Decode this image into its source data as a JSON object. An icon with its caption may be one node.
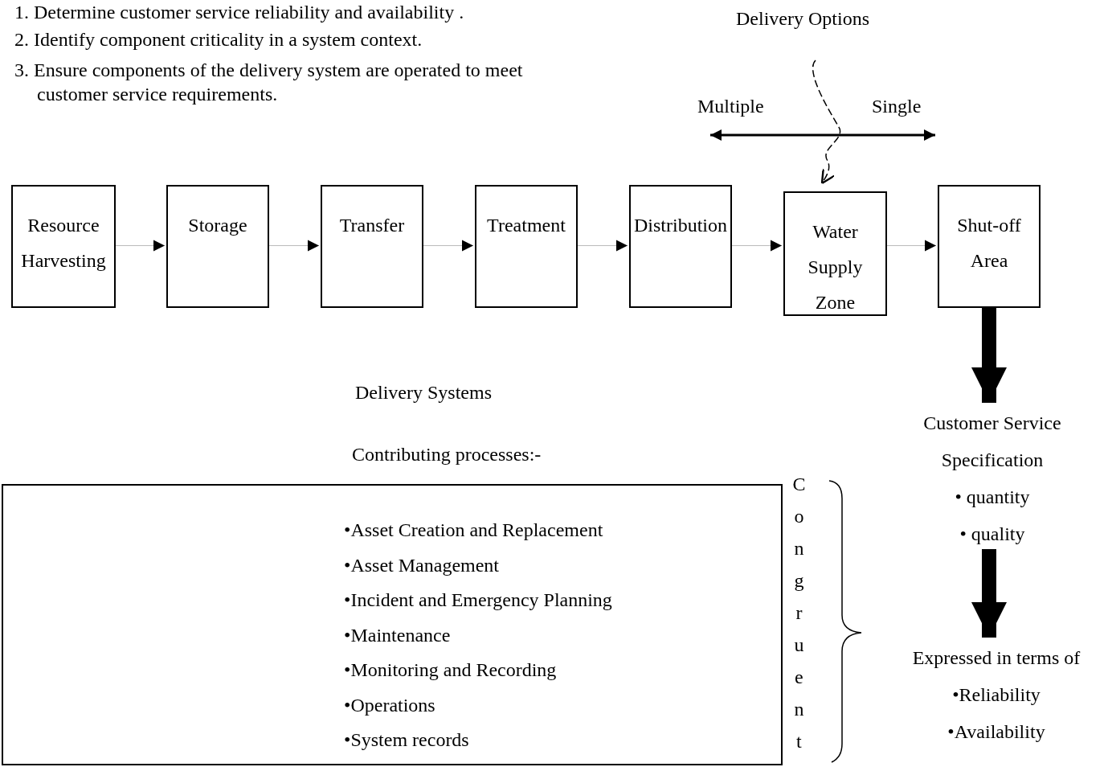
{
  "diagram": {
    "nodes": [
      {
        "text": [
          "Resource Harvesting"
        ]
      },
      {
        "text": [
          "Storage"
        ]
      },
      {
        "text": [
          "Transfer"
        ]
      },
      {
        "text": [
          "Treatment"
        ]
      },
      {
        "text": [
          "Distribution"
        ]
      },
      {
        "text": [
          "Water Supply Zone"
        ]
      },
      {
        "text": [
          "Shut-off Area"
        ]
      },
      {
        "text": [
          "Customer Service Specification",
          "• quantity",
          "• quality"
        ]
      },
      {
        "text": [
          "Expressed in terms of",
          "•Reliability",
          "•Availability"
        ]
      },
      {
        "text": [
          "•Asset Creation and Replacement",
          "•Asset Management",
          "•Incident and Emergency Planning",
          "•Maintenance",
          "•Monitoring and Recording",
          "•Operations",
          "•System records"
        ],
        "beside": [
          "Contributing processes:-"
        ]
      }
    ],
    "edges": [
      {
        "from": 0,
        "to": 1,
        "arrow": "to"
      },
      {
        "from": 1,
        "to": 2,
        "arrow": "to"
      },
      {
        "from": 2,
        "to": 3,
        "arrow": "to"
      },
      {
        "from": 3,
        "to": 4,
        "arrow": "to"
      },
      {
        "from": 4,
        "to": 5,
        "arrow": "to"
      },
      {
        "from": 5,
        "to": 6,
        "arrow": "to"
      },
      {
        "from": 6,
        "to": 7,
        "arrow": "to",
        "style": "thick",
        "color": "#000000"
      },
      {
        "from": 7,
        "to": 8,
        "arrow": "to",
        "style": "thick",
        "color": "#000000"
      },
      {
        "from": null,
        "to": 5,
        "arrow": "to",
        "style": "dashed",
        "color": "#000000"
      }
    ],
    "labels": [
      "1. Determine customer service reliability and availability .",
      "2. Identify component criticality in a system context.",
      "3. Ensure components of the delivery system are operated to meet customer service requirements.",
      "Delivery Options",
      "Multiple",
      "Single",
      "Delivery Systems",
      "Congruent"
    ]
  }
}
